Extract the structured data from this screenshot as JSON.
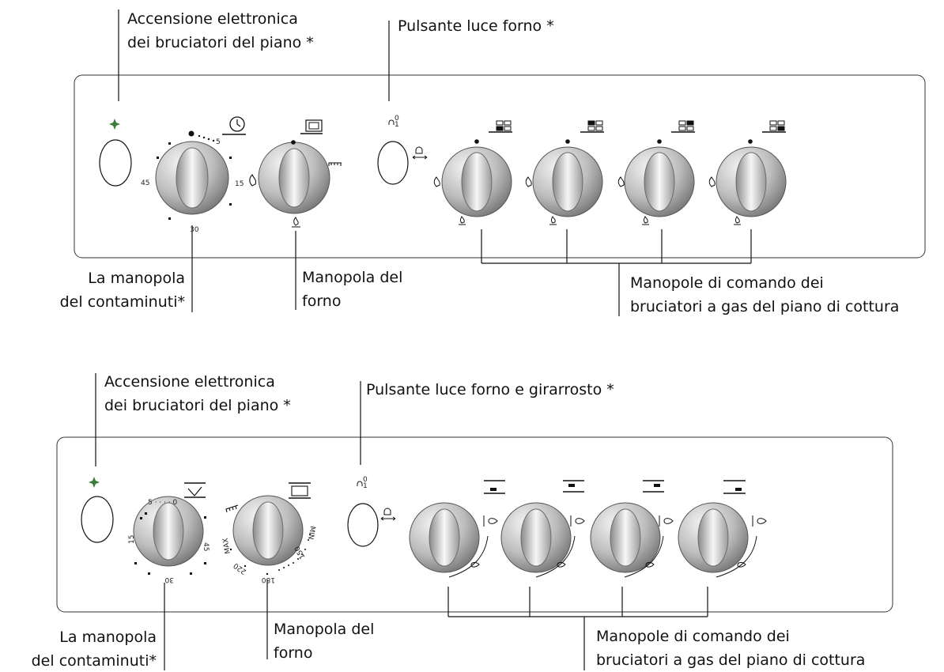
{
  "top_panel": {
    "labels": {
      "ignition_line1": "Accensione elettronica",
      "ignition_line2": "dei bruciatori del piano *",
      "light_button": "Pulsante luce forno *",
      "timer_line1": "La manopola",
      "timer_line2": "del contaminuti*",
      "oven_line1": "Manopola del",
      "oven_line2": "forno",
      "burners_line1": "Manopole di comando dei",
      "burners_line2": "bruciatori a gas del piano di cottura"
    },
    "timer_marks": {
      "top": "5",
      "right": "15",
      "bottom": "30",
      "left": "45"
    },
    "light_symbol": "0\n1"
  },
  "bottom_panel": {
    "labels": {
      "ignition_line1": "Accensione elettronica",
      "ignition_line2": "dei bruciatori del piano *",
      "light_button": "Pulsante luce forno e girarrosto *",
      "timer_line1": "La manopola",
      "timer_line2": "del contaminuti*",
      "oven_line1": "Manopola del",
      "oven_line2": "forno",
      "burners_line1": "Manopole di comando dei",
      "burners_line2": "bruciatori a gas del piano di cottura"
    },
    "timer_marks": {
      "top": "5 · · · · 0",
      "right": "45",
      "bottom": "30",
      "left": "15"
    },
    "oven_marks": [
      "MAX",
      "220",
      "180",
      "150",
      "MIN"
    ]
  },
  "icons": [
    "spark-icon",
    "clock-icon",
    "oven-icon",
    "lamp-icon",
    "flame-icon",
    "burner-position-icon",
    "grill-icon"
  ]
}
